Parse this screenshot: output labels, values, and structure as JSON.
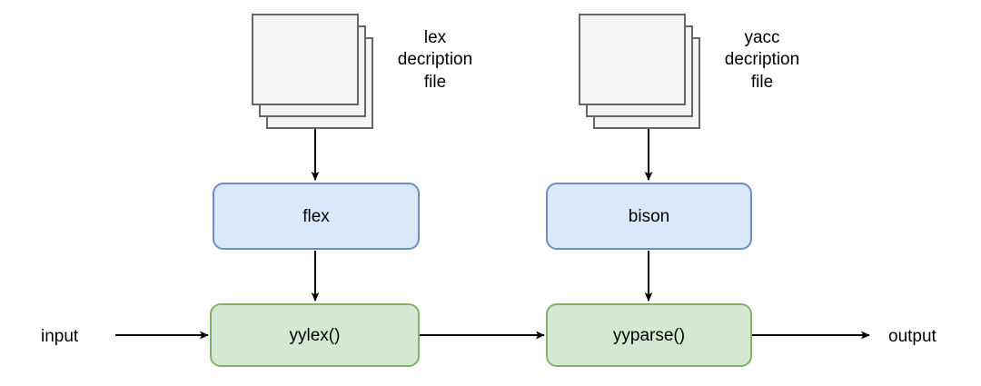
{
  "diagram": {
    "title": "flex and bison toolchain dataflow",
    "background_color": "#ffffff",
    "colors": {
      "doc_fill": "#f5f5f5",
      "doc_stroke": "#666666",
      "tool_fill": "#dae8fc",
      "tool_stroke": "#6c8ebf",
      "func_fill": "#d5e8d4",
      "func_stroke": "#82b366",
      "arrow": "#000000",
      "text": "#000000"
    },
    "nodes": {
      "lex_doc_label": "lex\ndecription\nfile",
      "yacc_doc_label": "yacc\ndecription\nfile",
      "flex_box": "flex",
      "bison_box": "bison",
      "yylex_box": "yylex()",
      "yyparse_box": "yyparse()",
      "input_label": "input",
      "output_label": "output"
    },
    "edges": [
      {
        "from": "lex decription file",
        "to": "flex",
        "direction": "down"
      },
      {
        "from": "flex",
        "to": "yylex()",
        "direction": "down"
      },
      {
        "from": "yacc decription file",
        "to": "bison",
        "direction": "down"
      },
      {
        "from": "bison",
        "to": "yyparse()",
        "direction": "down"
      },
      {
        "from": "input",
        "to": "yylex()",
        "direction": "right"
      },
      {
        "from": "yylex()",
        "to": "yyparse()",
        "direction": "right"
      },
      {
        "from": "yyparse()",
        "to": "output",
        "direction": "right"
      }
    ]
  }
}
